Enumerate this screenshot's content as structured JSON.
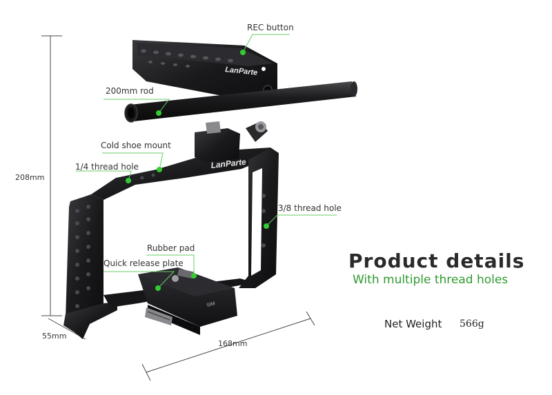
{
  "callouts": {
    "rec_button": "REC button",
    "rod": "200mm rod",
    "cold_shoe": "Cold shoe mount",
    "quarter_thread": "1/4 thread hole",
    "three_eighths_thread": "3/8 thread hole",
    "rubber_pad": "Rubber pad",
    "quick_release": "Quick release plate"
  },
  "dimensions": {
    "height": "208mm",
    "depth": "55mm",
    "width": "168mm"
  },
  "brand": "LanParte",
  "product": {
    "title": "Product details",
    "subtitle": "With multiple thread holes",
    "net_weight_label": "Net Weight",
    "net_weight_value": "566g"
  },
  "colors": {
    "accent_green": "#2e9a2e",
    "callout_dot": "#33cc33",
    "metal": "#1c1c1e"
  }
}
